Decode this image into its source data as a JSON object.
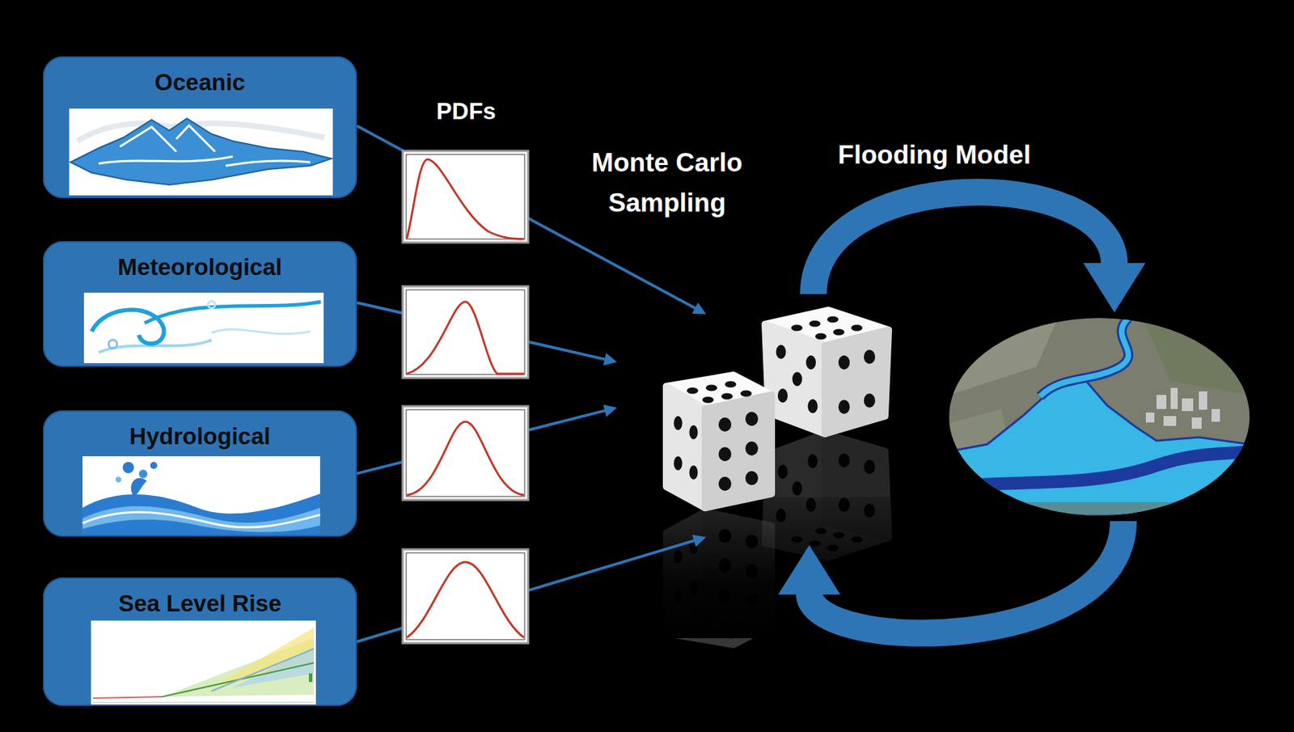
{
  "diagram": {
    "nodes": [
      {
        "text": [
          "Oceanic"
        ]
      },
      {
        "text": [
          "Meteorological"
        ]
      },
      {
        "text": [
          "Hydrological"
        ]
      },
      {
        "text": [
          "Sea Level Rise"
        ]
      },
      {
        "text": [
          "Monte Carlo Sampling"
        ]
      },
      {
        "text": [
          "Flooding Model"
        ]
      }
    ],
    "edges": [
      {
        "from": 0,
        "to": 4,
        "arrow": "to"
      },
      {
        "from": 1,
        "to": 4,
        "arrow": "to"
      },
      {
        "from": 2,
        "to": 4,
        "arrow": "to"
      },
      {
        "from": 3,
        "to": 4,
        "arrow": "to"
      },
      {
        "from": 4,
        "to": 5,
        "arrow": "to"
      },
      {
        "from": 5,
        "to": 4,
        "arrow": "to"
      }
    ],
    "labels": [
      "PDFs"
    ]
  }
}
